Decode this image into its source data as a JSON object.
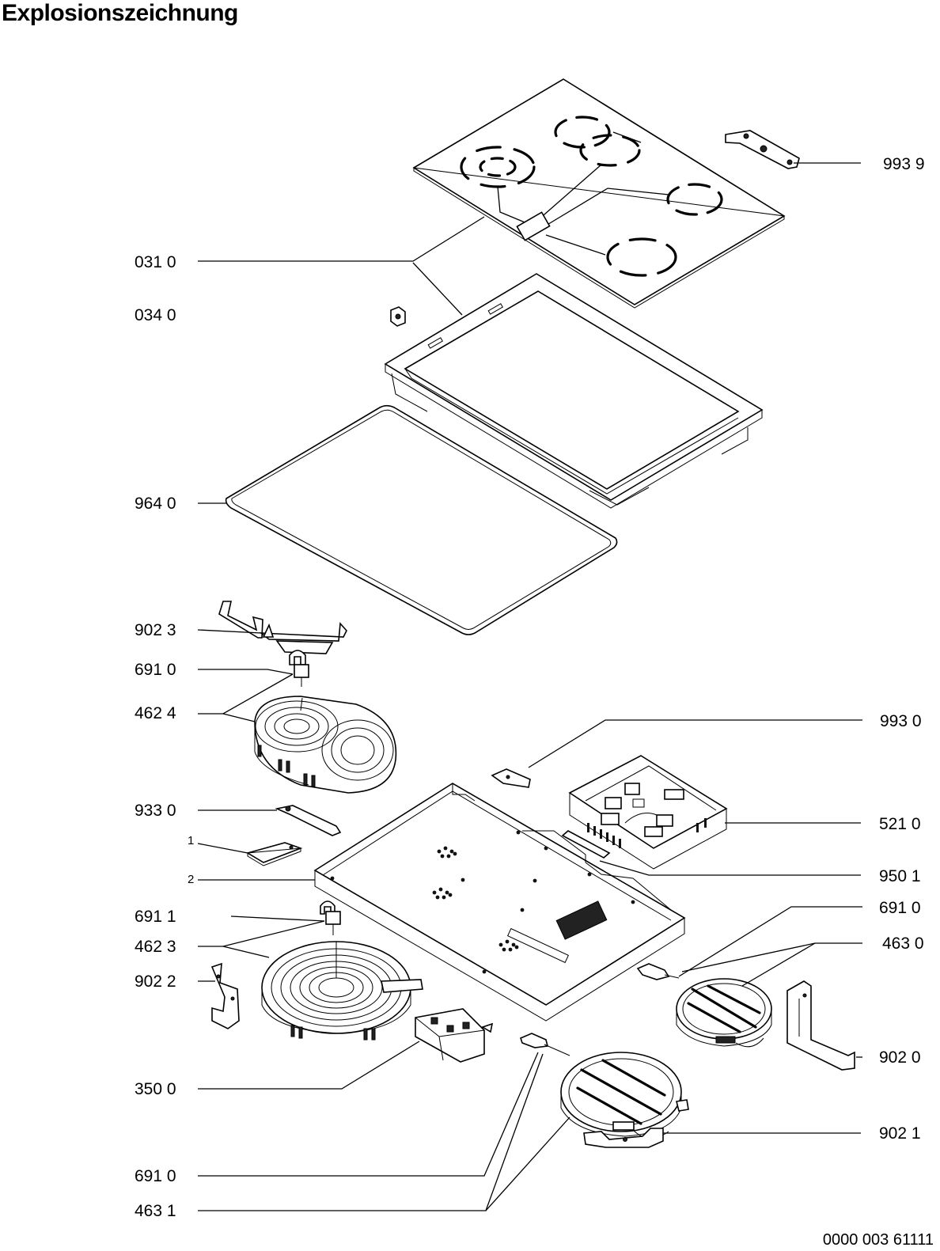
{
  "title": "Explosionszeichnung",
  "document_number": "0000 003 61111",
  "left_labels": [
    {
      "key": "031",
      "text": "031 0"
    },
    {
      "key": "034",
      "text": "034 0"
    },
    {
      "key": "964",
      "text": "964 0"
    },
    {
      "key": "9023",
      "text": "902 3"
    },
    {
      "key": "6910a",
      "text": "691 0"
    },
    {
      "key": "4624",
      "text": "462 4"
    },
    {
      "key": "933",
      "text": "933 0"
    },
    {
      "key": "n1",
      "text": "1"
    },
    {
      "key": "n2",
      "text": "2"
    },
    {
      "key": "6911",
      "text": "691 1"
    },
    {
      "key": "4623",
      "text": "462 3"
    },
    {
      "key": "9022",
      "text": "902 2"
    },
    {
      "key": "350",
      "text": "350 0"
    },
    {
      "key": "6910d",
      "text": "691 0"
    },
    {
      "key": "4631",
      "text": "463 1"
    }
  ],
  "right_labels": [
    {
      "key": "9939",
      "text": "993 9"
    },
    {
      "key": "9930",
      "text": "993 0"
    },
    {
      "key": "521",
      "text": "521 0"
    },
    {
      "key": "9501",
      "text": "950 1"
    },
    {
      "key": "6910b",
      "text": "691 0"
    },
    {
      "key": "4630",
      "text": "463 0"
    },
    {
      "key": "9020",
      "text": "902 0"
    },
    {
      "key": "9021",
      "text": "902 1"
    }
  ],
  "parts": [
    {
      "id": "glass-ceramic-top",
      "icon": "cooktop-glass-icon"
    },
    {
      "id": "clip",
      "icon": "clip-icon"
    },
    {
      "id": "frame",
      "icon": "frame-icon"
    },
    {
      "id": "gasket",
      "icon": "seal-icon"
    },
    {
      "id": "scraper",
      "icon": "scraper-icon"
    },
    {
      "id": "oval-heating-element",
      "icon": "oval-heater-icon"
    },
    {
      "id": "round-heating-element-large",
      "icon": "round-heater-icon"
    },
    {
      "id": "halogen-heating-element",
      "icon": "halogen-heater-icon"
    },
    {
      "id": "round-heating-element",
      "icon": "round-heater-icon"
    },
    {
      "id": "bottom-tray",
      "icon": "tray-icon"
    },
    {
      "id": "control-module",
      "icon": "circuit-board-icon"
    },
    {
      "id": "terminal-block",
      "icon": "terminal-block-icon"
    }
  ]
}
